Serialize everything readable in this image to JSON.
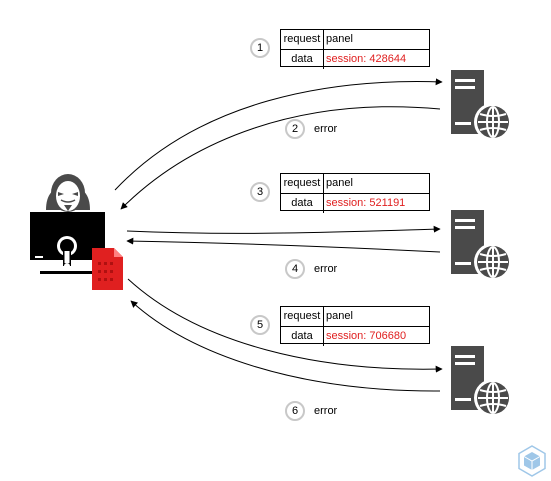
{
  "requests": [
    {
      "step": "1",
      "key1": "request",
      "val1": "panel",
      "key2": "data",
      "val2": "session: 428644"
    },
    {
      "step": "3",
      "key1": "request",
      "val1": "panel",
      "key2": "data",
      "val2": "session: 521191"
    },
    {
      "step": "5",
      "key1": "request",
      "val1": "panel",
      "key2": "data",
      "val2": "session: 706680"
    }
  ],
  "responses": [
    {
      "step": "2",
      "label": "error"
    },
    {
      "step": "4",
      "label": "error"
    },
    {
      "step": "6",
      "label": "error"
    }
  ],
  "icons": {
    "attacker": "hacker-computer-icon",
    "document": "red-document-icon",
    "server": "web-server-icon",
    "logo": "cube-logo-icon"
  },
  "colors": {
    "icon_dark": "#4a4a4a",
    "highlight_red": "#e02020",
    "logo_blue": "#9fc7e8"
  }
}
